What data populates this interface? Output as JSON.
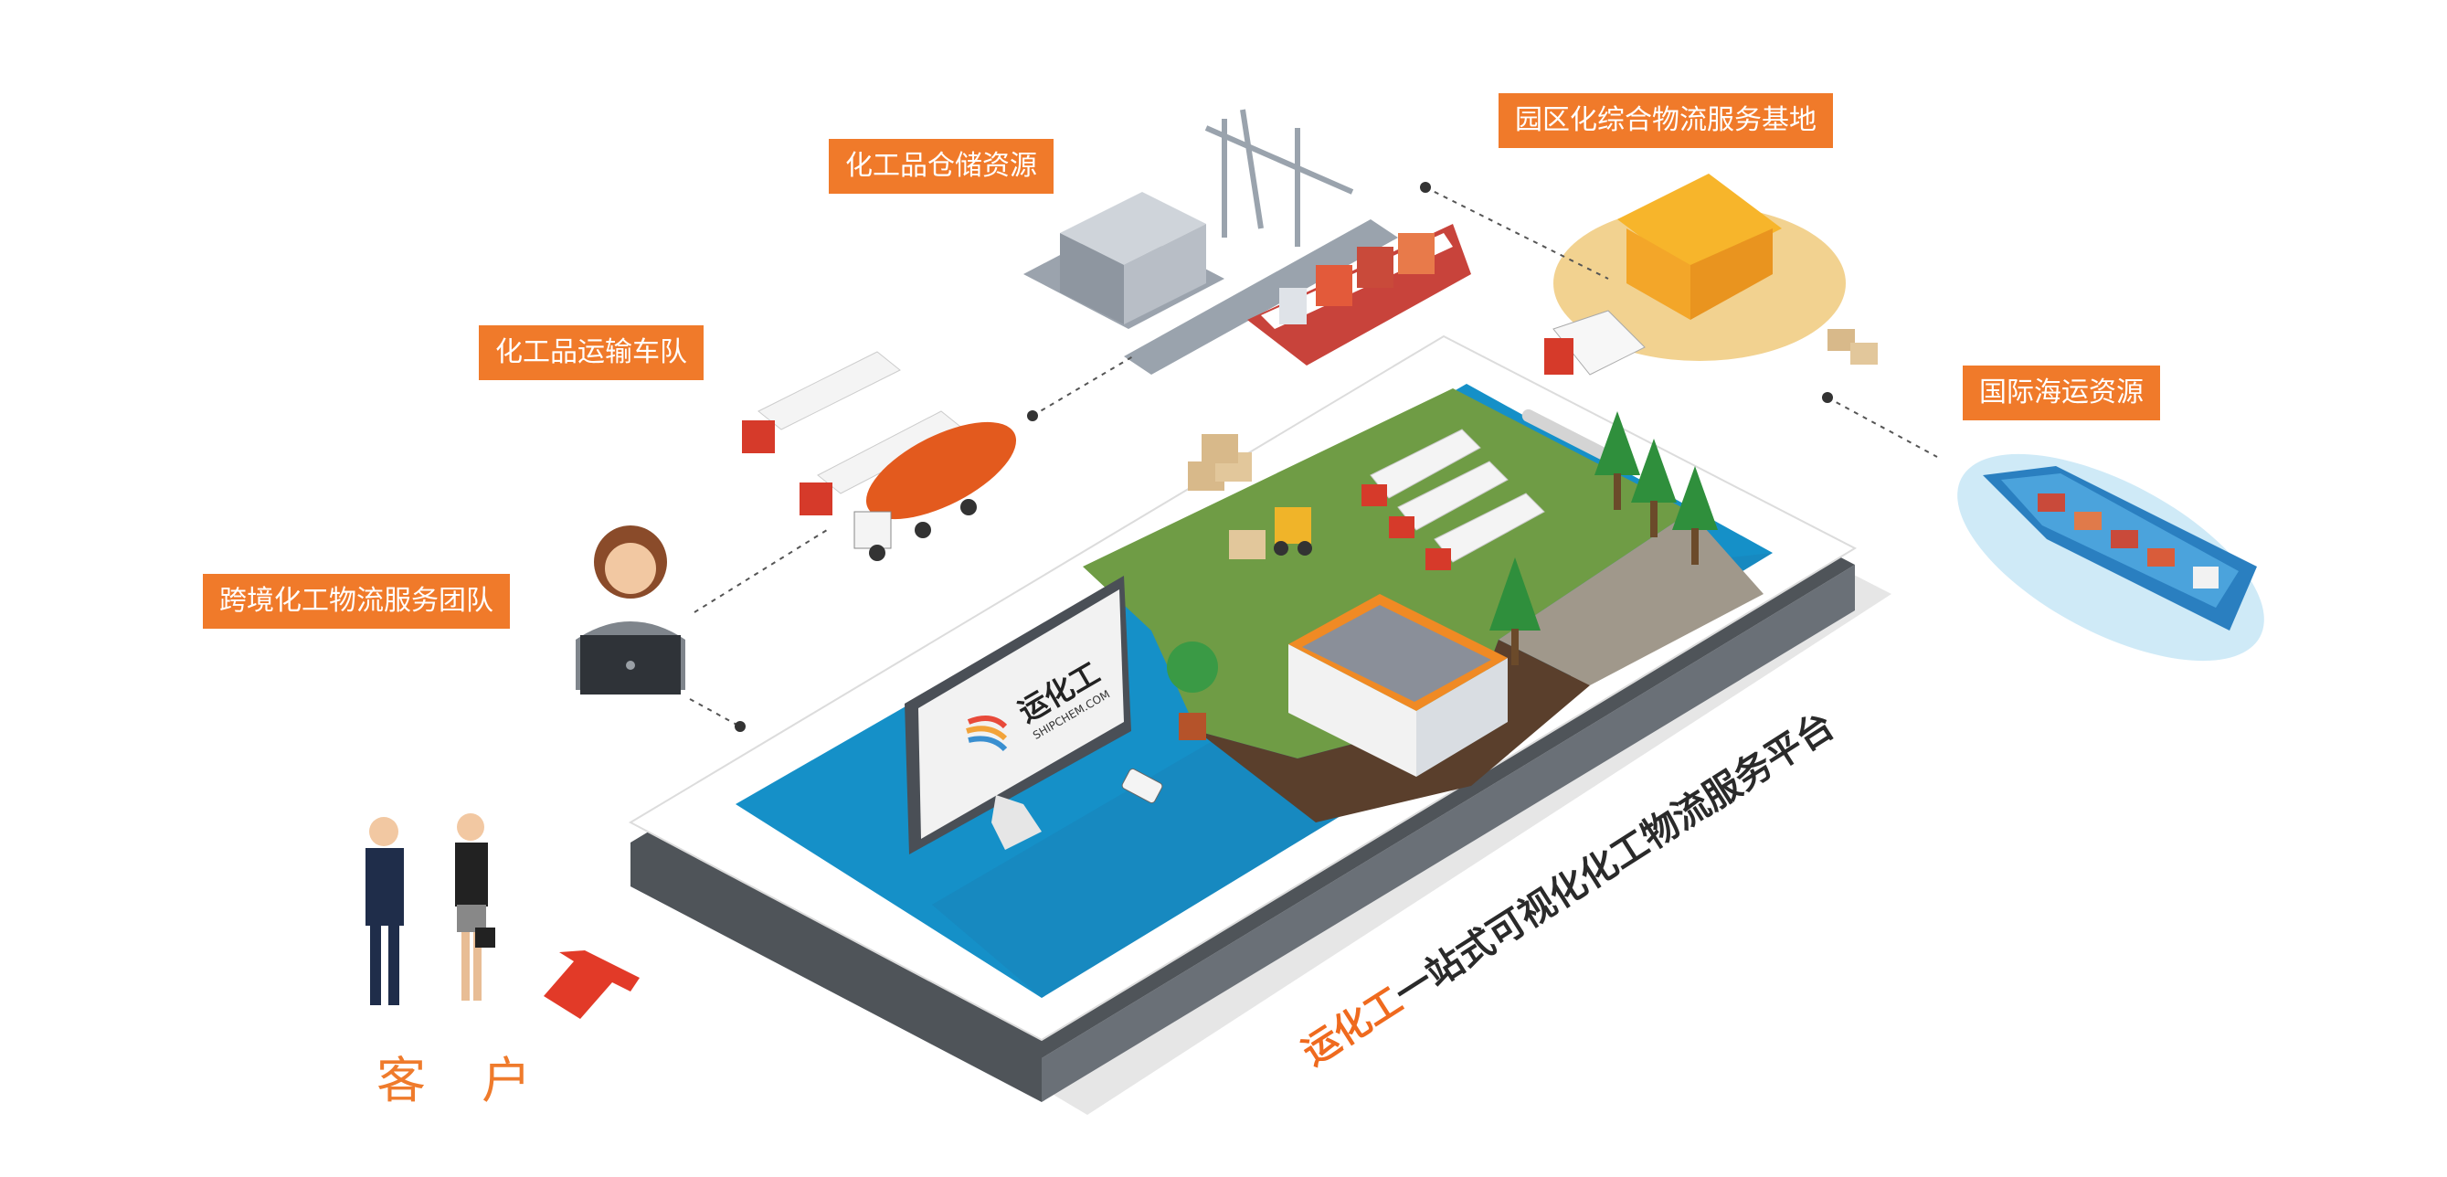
{
  "labels": {
    "warehouse": "化工品仓储资源",
    "park_base": "园区化综合物流服务基地",
    "fleet": "化工品运输车队",
    "shipping": "国际海运资源",
    "team": "跨境化工物流服务团队",
    "customer": "客 户"
  },
  "platform": {
    "brand": "运化工",
    "title_rest": "一站式可视化化工物流服务平台",
    "monitor_logo": "运化工",
    "monitor_logo_sub": "SHIPCHEM.COM"
  },
  "colors": {
    "label_bg": "#f07a2a",
    "brand_orange": "#ef6a1e",
    "sea_blue": "#1590c8",
    "grass": "#6f9c45"
  }
}
